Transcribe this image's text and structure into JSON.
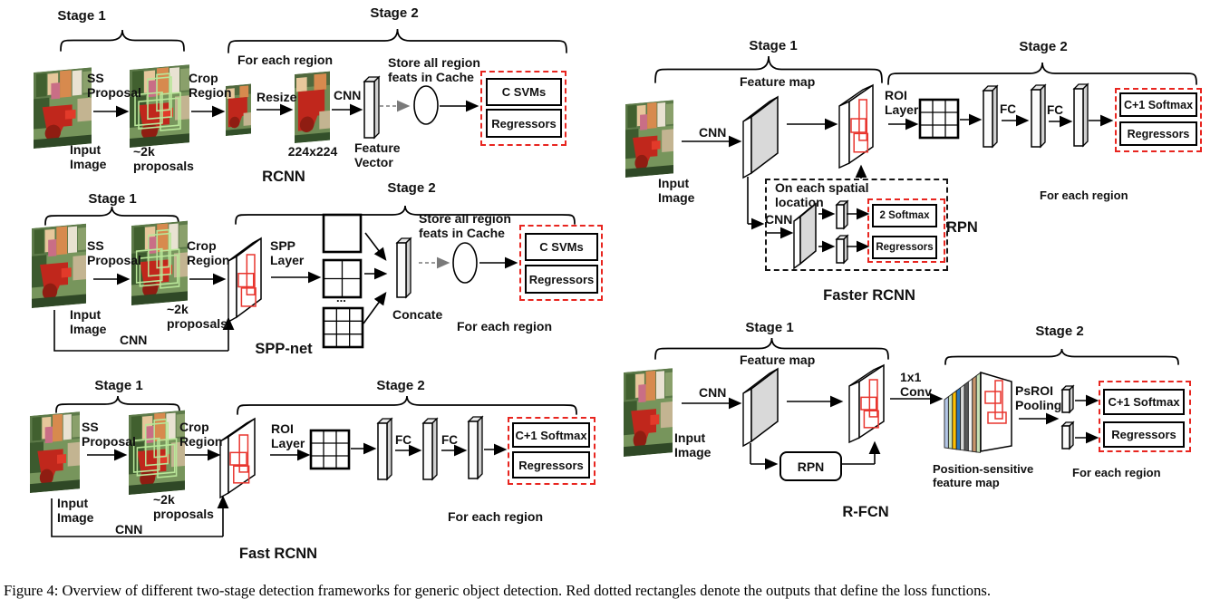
{
  "figure": {
    "caption": "Figure 4: Overview of different two-stage detection frameworks for generic object detection. Red dotted rectangles denote the outputs that define the loss functions."
  },
  "colors": {
    "loss_box_red": "#e8251f",
    "feature_map_gray": "#d9d9d9"
  },
  "rcnn": {
    "title": "RCNN",
    "stage1": "Stage 1",
    "stage2": "Stage 2",
    "for_each_region": "For each region",
    "ss_proposal": "SS Proposal",
    "input_image": "Input Image",
    "proposals": "~2k proposals",
    "crop_region": "Crop Region",
    "resize": "Resize",
    "crop_size": "224x224",
    "cnn": "CNN",
    "feature_vector": "Feature Vector",
    "store_cache": "Store all region feats in Cache",
    "svms": "C SVMs",
    "regressors": "Regressors"
  },
  "sppnet": {
    "title": "SPP-net",
    "stage1": "Stage 1",
    "stage2": "Stage 2",
    "ss_proposal": "SS Proposal",
    "input_image": "Input Image",
    "proposals": "~2k proposals",
    "crop_region": "Crop Region",
    "cnn": "CNN",
    "spp_layer": "SPP Layer",
    "dots": "...",
    "concate": "Concate",
    "store_cache": "Store all region feats in Cache",
    "svms": "C SVMs",
    "regressors": "Regressors",
    "for_each_region": "For each region"
  },
  "fastrcnn": {
    "title": "Fast RCNN",
    "stage1": "Stage 1",
    "stage2": "Stage 2",
    "ss_proposal": "SS Proposal",
    "input_image": "Input Image",
    "proposals": "~2k proposals",
    "crop_region": "Crop Region",
    "cnn": "CNN",
    "roi_layer": "ROI Layer",
    "fc": "FC",
    "softmax": "C+1 Softmax",
    "regressors": "Regressors",
    "for_each_region": "For  each region"
  },
  "fasterrcnn": {
    "title": "Faster RCNN",
    "stage1": "Stage 1",
    "stage2": "Stage 2",
    "cnn": "CNN",
    "input_image": "Input Image",
    "feature_map": "Feature map",
    "roi_layer": "ROI Layer",
    "fc": "FC",
    "softmax": "C+1 Softmax",
    "regressors": "Regressors",
    "for_each_region": "For each region",
    "rpn": {
      "on_each_spatial_location": "On each spatial location",
      "cnn": "CNN",
      "softmax": "2 Softmax",
      "regressors": "Regressors",
      "label": "RPN"
    }
  },
  "rfcn": {
    "title": "R-FCN",
    "stage1": "Stage 1",
    "stage2": "Stage 2",
    "cnn": "CNN",
    "input_image": "Input Image",
    "feature_map": "Feature map",
    "rpn": "RPN",
    "conv": "1x1 Conv",
    "psroi_pooling": "PsROI Pooling",
    "ps_feature_map": "Position-sensitive feature map",
    "softmax": "C+1 Softmax",
    "regressors": "Regressors",
    "for_each_region": "For each region",
    "stack_colors": [
      "#b4c7e7",
      "#c6e0b4",
      "#ffc000",
      "#2e75b6",
      "#d9d9d9",
      "#595959",
      "#f2f2f2",
      "#c9956c",
      "#c6e0b4"
    ]
  }
}
